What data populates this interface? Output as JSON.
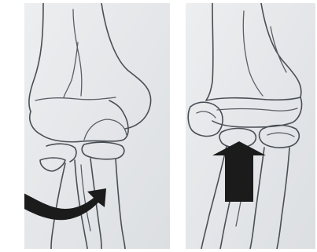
{
  "figure": {
    "background": "#ffffff",
    "paper_color": "#e7e8ea",
    "ink_color": "#4a4f55",
    "arrow_color": "#1b1b1b",
    "panels": [
      {
        "id": "left",
        "annotation_icon": "curved-arrow-icon",
        "annotation_direction": "rotation"
      },
      {
        "id": "right",
        "annotation_icon": "up-arrow-icon",
        "annotation_direction": "upward"
      }
    ]
  }
}
